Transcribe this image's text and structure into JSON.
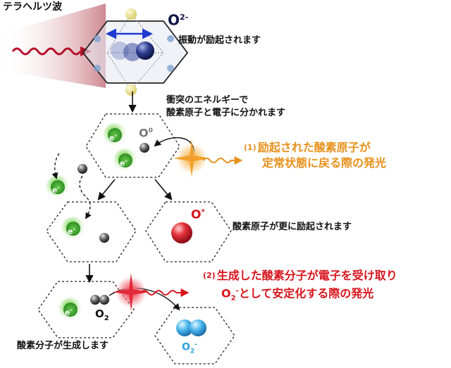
{
  "title": "テラヘルツ波",
  "ion_label": {
    "base": "O",
    "sup": "2-"
  },
  "step_vibration": "振動が励起されます",
  "step_collision": [
    "衝突のエネルギーで",
    "酸素原子と電子に分かれます"
  ],
  "oxygen_atom_label": {
    "base": "O",
    "sup": "0"
  },
  "excited_oxygen_label": {
    "base": "O",
    "sup": "*"
  },
  "electron_label": {
    "base": "e",
    "sup": "-"
  },
  "emission1": {
    "num": "(1)",
    "lines": [
      "励起された酸素原子が",
      "定常状態に戻る際の発光"
    ]
  },
  "step_further_excited": "酸素原子が更に励起されます",
  "o2_label": {
    "base": "O",
    "sub": "2"
  },
  "emission2": {
    "num": "(2)",
    "line1": "生成した酸素分子が電子を受け取り",
    "line2_species": {
      "base": "O",
      "sub": "2",
      "sup": "-"
    },
    "line2_rest": "として安定化する際の発光"
  },
  "o2_anion_label": {
    "base": "O",
    "sub": "2",
    "sup": "-"
  },
  "step_molecule_formed": "酸素分子が生成します",
  "colors": {
    "orange": "#e8901a",
    "red": "#d8141c",
    "electron_green": "#3aa02a",
    "wave_red": "#b5102a",
    "o2_anion_blue": "#2aa2dc"
  }
}
